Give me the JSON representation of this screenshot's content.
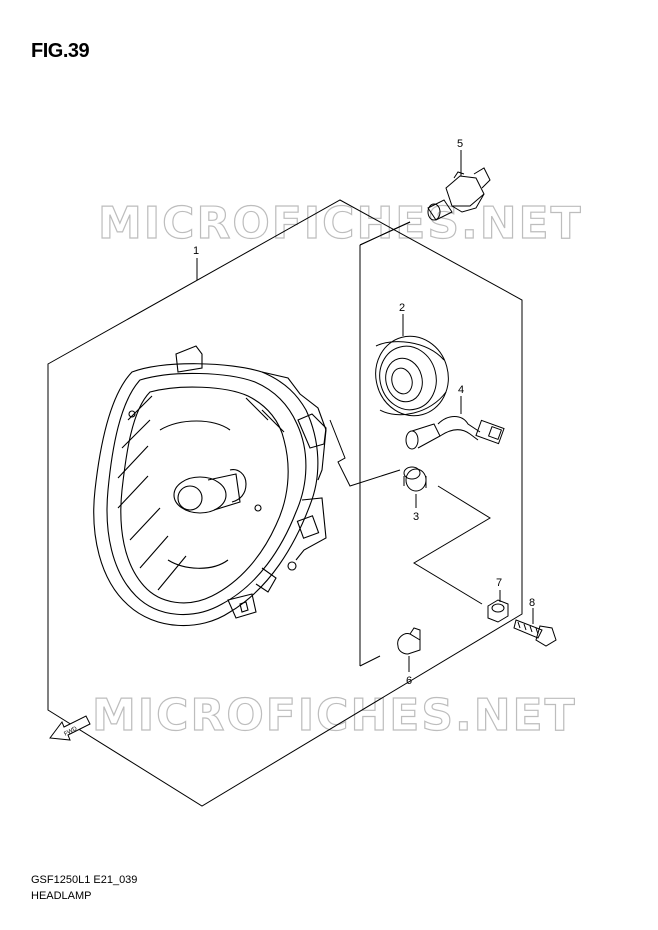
{
  "figure": {
    "title": "FIG.39",
    "watermark": "MICROFICHES.NET",
    "model_code": "GSF1250L1 E21_039",
    "part_name": "HEADLAMP",
    "fwd_label": "FWD"
  },
  "callouts": [
    {
      "id": "1",
      "label": "1"
    },
    {
      "id": "2",
      "label": "2"
    },
    {
      "id": "3",
      "label": "3"
    },
    {
      "id": "4",
      "label": "4"
    },
    {
      "id": "5",
      "label": "5"
    },
    {
      "id": "6",
      "label": "6"
    },
    {
      "id": "7",
      "label": "7"
    },
    {
      "id": "8",
      "label": "8"
    }
  ]
}
